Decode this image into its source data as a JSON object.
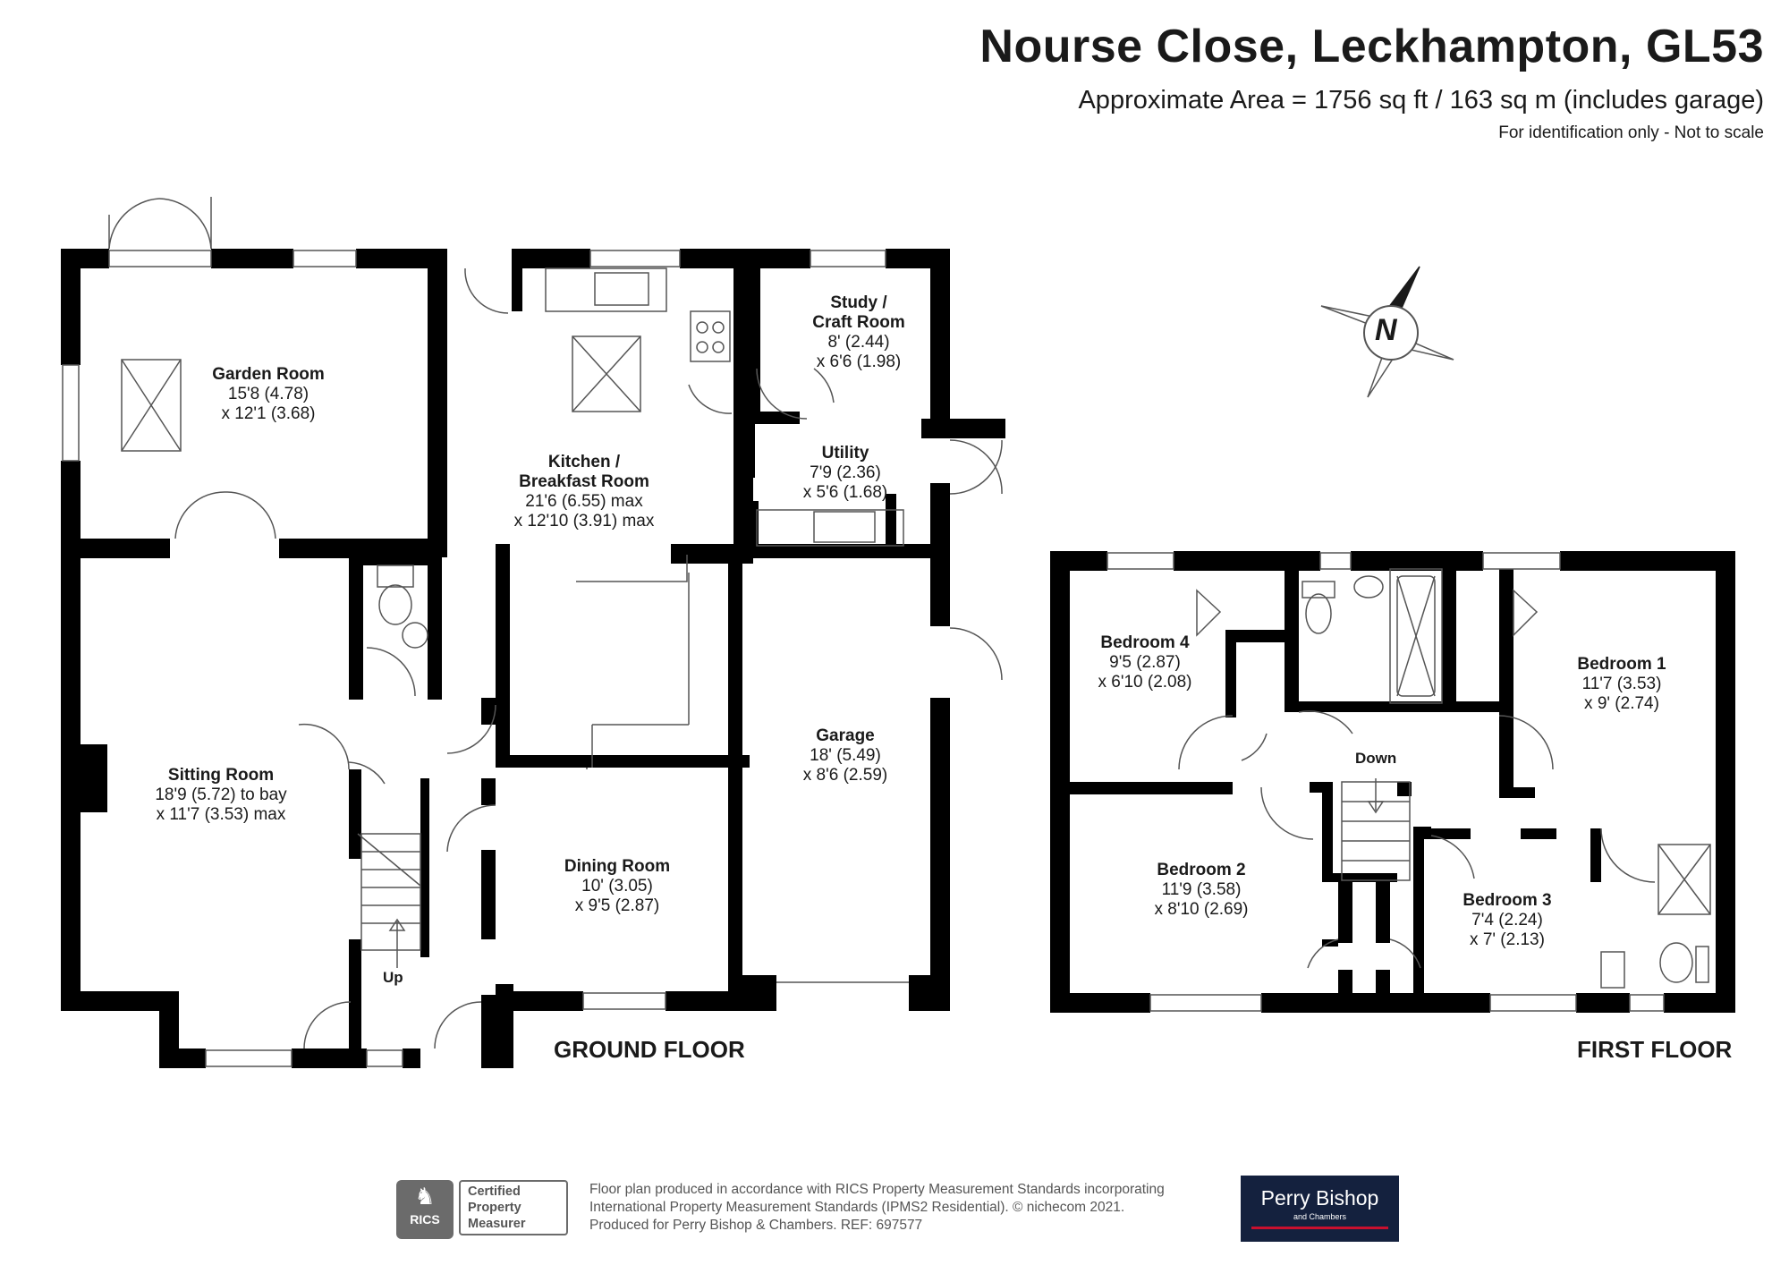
{
  "header": {
    "title": "Nourse Close, Leckhampton, GL53",
    "area": "Approximate Area = 1756 sq ft / 163 sq m (includes garage)",
    "note": "For identification only - Not to scale"
  },
  "compass": {
    "letter": "N",
    "icon": "compass-icon"
  },
  "floors": {
    "ground": "GROUND FLOOR",
    "first": "FIRST FLOOR"
  },
  "stairs": {
    "up": "Up",
    "down": "Down"
  },
  "rooms": {
    "garden_room": {
      "name": "Garden Room",
      "dim1": "15'8 (4.78)",
      "dim2": "x 12'1 (3.68)"
    },
    "kitchen": {
      "name1": "Kitchen /",
      "name2": "Breakfast Room",
      "dim1": "21'6 (6.55) max",
      "dim2": "x 12'10 (3.91) max"
    },
    "study": {
      "name1": "Study /",
      "name2": "Craft Room",
      "dim1": "8' (2.44)",
      "dim2": "x 6'6 (1.98)"
    },
    "utility": {
      "name": "Utility",
      "dim1": "7'9 (2.36)",
      "dim2": "x 5'6 (1.68)"
    },
    "sitting_room": {
      "name": "Sitting Room",
      "dim1": "18'9 (5.72) to bay",
      "dim2": "x 11'7 (3.53) max"
    },
    "dining_room": {
      "name": "Dining Room",
      "dim1": "10' (3.05)",
      "dim2": "x 9'5 (2.87)"
    },
    "garage": {
      "name": "Garage",
      "dim1": "18' (5.49)",
      "dim2": "x 8'6 (2.59)"
    },
    "bedroom4": {
      "name": "Bedroom 4",
      "dim1": "9'5 (2.87)",
      "dim2": "x 6'10 (2.08)"
    },
    "bedroom1": {
      "name": "Bedroom 1",
      "dim1": "11'7 (3.53)",
      "dim2": "x 9' (2.74)"
    },
    "bedroom2": {
      "name": "Bedroom 2",
      "dim1": "11'9 (3.58)",
      "dim2": "x 8'10 (2.69)"
    },
    "bedroom3": {
      "name": "Bedroom 3",
      "dim1": "7'4 (2.24)",
      "dim2": "x 7' (2.13)"
    }
  },
  "footer": {
    "line1": "Floor plan produced in accordance with RICS Property Measurement Standards incorporating",
    "line2": "International Property Measurement Standards (IPMS2 Residential).  © nichecom 2021.",
    "line3": "Produced for Perry Bishop & Chambers.   REF:  697577",
    "rics_badge": "RICS",
    "rics_cert1": "Certified",
    "rics_cert2": "Property",
    "rics_cert3": "Measurer",
    "logo_main": "Perry Bishop",
    "logo_sub": "and Chambers"
  },
  "colors": {
    "wall": "#000000",
    "fixture": "#555555",
    "logo_bg": "#14213e",
    "logo_rule": "#c8102e"
  }
}
